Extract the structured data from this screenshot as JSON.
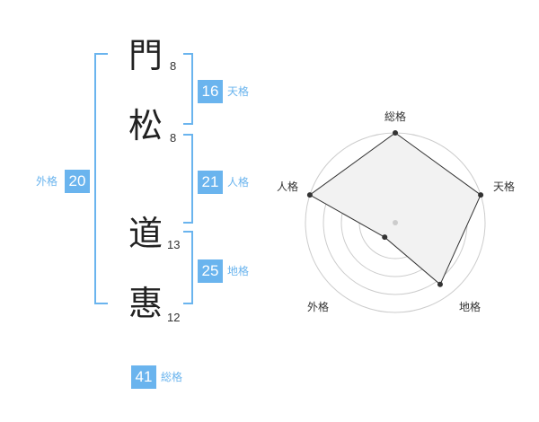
{
  "name": {
    "chars": [
      {
        "char": "門",
        "strokes": "8"
      },
      {
        "char": "松",
        "strokes": "8"
      },
      {
        "char": "道",
        "strokes": "13"
      },
      {
        "char": "惠",
        "strokes": "12"
      }
    ]
  },
  "fortunes": {
    "tenkaku": {
      "value": "16",
      "label": "天格"
    },
    "jinkaku": {
      "value": "21",
      "label": "人格"
    },
    "chikaku": {
      "value": "25",
      "label": "地格"
    },
    "gaikaku": {
      "value": "20",
      "label": "外格"
    },
    "soukaku": {
      "value": "41",
      "label": "総格"
    }
  },
  "radar": {
    "labels": {
      "soukaku": "総格",
      "tenkaku": "天格",
      "chikaku": "地格",
      "gaikaku": "外格",
      "jinkaku": "人格"
    },
    "levels": {
      "soukaku": 1.0,
      "tenkaku": 1.0,
      "chikaku": 0.85,
      "gaikaku": 0.2,
      "jinkaku": 1.0
    },
    "colors": {
      "fill": "#f2f2f2",
      "line": "#333333",
      "point": "#333333",
      "grid": "#cccccc",
      "bracket": "#6ab4ee"
    }
  }
}
